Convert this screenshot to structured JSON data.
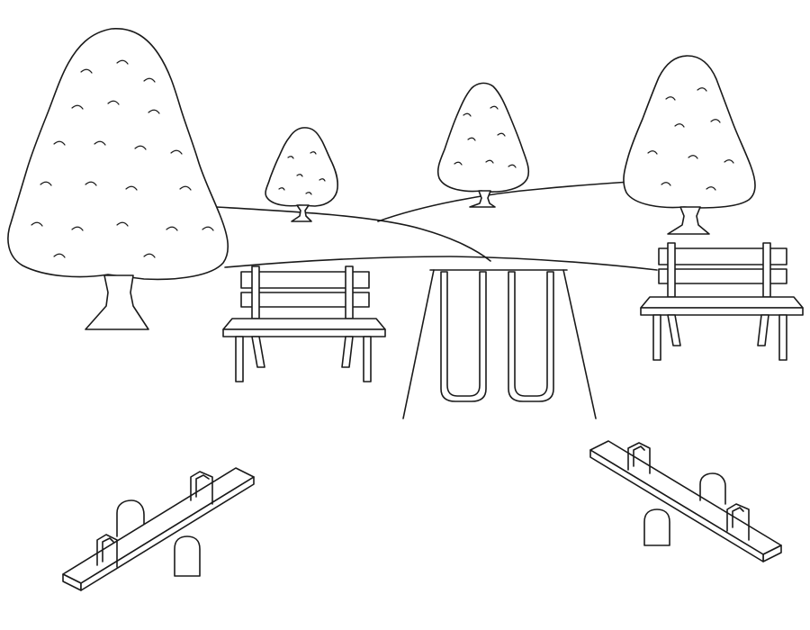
{
  "scene": {
    "style": "line-art coloring page",
    "subject": "park playground",
    "background_color": "#ffffff",
    "line_color": "#1a1a1a",
    "elements": {
      "trees": 4,
      "hills": 2,
      "benches": 2,
      "swing_seats": 2,
      "seesaws": 2
    }
  }
}
